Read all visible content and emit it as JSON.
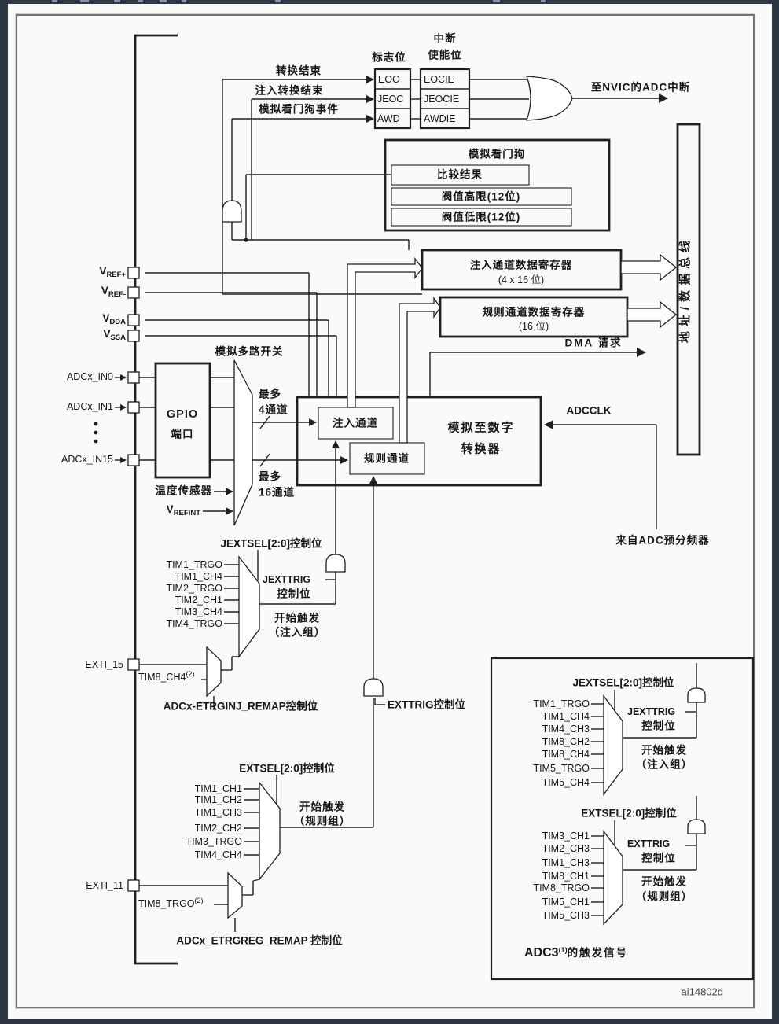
{
  "figure_code": "ai14802d",
  "colors": {
    "ink": "#1f1f1f",
    "paper": "#fafaf8",
    "body_bg": "#2d3643",
    "frame": "#757575"
  },
  "irq": {
    "flag_hdr": "标志位",
    "en_hdr1": "中断",
    "en_hdr2": "使能位",
    "sig1": "转换结束",
    "sig2": "注入转换结束",
    "sig3": "模拟看门狗事件",
    "flag1": "EOC",
    "flag2": "JEOC",
    "flag3": "AWD",
    "en1": "EOCIE",
    "en2": "JEOCIE",
    "en3": "AWDIE",
    "nvic": "至NVIC的ADC中断"
  },
  "wdg": {
    "title": "模拟看门狗",
    "cmp": "比较结果",
    "hi": "阀值高限(12位)",
    "lo": "阀值低限(12位)"
  },
  "regs": {
    "inj1": "注入通道数据寄存器",
    "inj2": "(4 x 16 位)",
    "reg1": "规则通道数据寄存器",
    "reg2": "(16 位)"
  },
  "bus": "地址/数据总线",
  "dma": "DMA 请求",
  "adcclk": "ADCCLK",
  "presc": "来自ADC预分频器",
  "pins": {
    "p1m": "V",
    "p1s": "REF+",
    "p2m": "V",
    "p2s": "REF-",
    "p3m": "V",
    "p3s": "DDA",
    "p4m": "V",
    "p4s": "SSA",
    "in0": "ADCx_IN0",
    "in1": "ADCx_IN1",
    "in15": "ADCx_IN15",
    "temp": "温度传感器",
    "vrm": "V",
    "vrs": "REFINT"
  },
  "gpio1": "GPIO",
  "gpio2": "端口",
  "muxlbl": "模拟多路开关",
  "ch4a": "最多",
  "ch4b": "4通道",
  "ch16a": "最多",
  "ch16b": "16通道",
  "conv": {
    "inj": "注入通道",
    "reg": "规则通道",
    "t1": "模拟至数字",
    "t2": "转换器"
  },
  "inj": {
    "sel": "JEXTSEL[2:0]控制位",
    "inputs": [
      "TIM1_TRGO",
      "TIM1_CH4",
      "TIM2_TRGO",
      "TIM2_CH1",
      "TIM3_CH4",
      "TIM4_TRGO"
    ],
    "trg1": "JEXTTRIG",
    "trg2": "控制位",
    "st1": "开始触发",
    "st2": "（注入组）",
    "exti": "EXTI_15",
    "tim8": "TIM8_CH4",
    "sup": "(2)",
    "remap": "ADCx-ETRGINJ_REMAP控制位"
  },
  "reg": {
    "sel": "EXTSEL[2:0]控制位",
    "inputs": [
      "TIM1_CH1",
      "TIM1_CH2",
      "TIM1_CH3",
      "TIM2_CH2",
      "TIM3_TRGO",
      "TIM4_CH4"
    ],
    "trg": "EXTTRIG控制位",
    "st1": "开始触发",
    "st2": "（规则组）",
    "exti": "EXTI_11",
    "tim8": "TIM8_TRGO",
    "sup": "(2)",
    "remap": "ADCx_ETRGREG_REMAP 控制位"
  },
  "adc3": {
    "inj": {
      "sel": "JEXTSEL[2:0]控制位",
      "inputs": [
        "TIM1_TRGO",
        "TIM1_CH4",
        "TIM4_CH3",
        "TIM8_CH2",
        "TIM8_CH4",
        "TIM5_TRGO",
        "TIM5_CH4"
      ],
      "trg1": "JEXTTRIG",
      "trg2": "控制位",
      "st1": "开始触发",
      "st2": "（注入组）"
    },
    "reg": {
      "sel": "EXTSEL[2:0]控制位",
      "inputs": [
        "TIM3_CH1",
        "TIM2_CH3",
        "TIM1_CH3",
        "TIM8_CH1",
        "TIM8_TRGO",
        "TIM5_CH1",
        "TIM5_CH3"
      ],
      "trg1": "EXTTRIG",
      "trg2": "控制位",
      "st1": "开始触发",
      "st2": "（规则组）"
    },
    "cap1": "ADC3",
    "capsup": "(1)",
    "cap2": "的触发信号"
  }
}
